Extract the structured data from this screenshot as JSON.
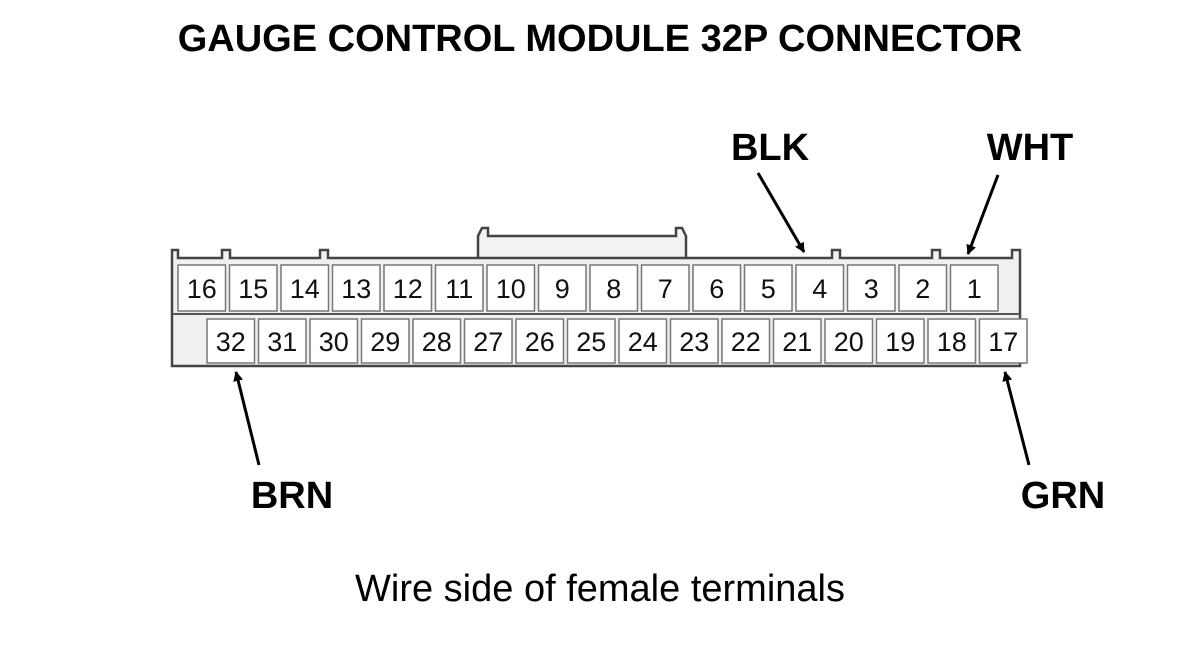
{
  "diagram": {
    "title": "GAUGE CONTROL MODULE 32P CONNECTOR",
    "caption": "Wire side of female terminals",
    "top_row_pins": [
      "16",
      "15",
      "14",
      "13",
      "12",
      "11",
      "10",
      "9",
      "8",
      "7",
      "6",
      "5",
      "4",
      "3",
      "2",
      "1"
    ],
    "bottom_row_pins": [
      "32",
      "31",
      "30",
      "29",
      "28",
      "27",
      "26",
      "25",
      "24",
      "23",
      "22",
      "21",
      "20",
      "19",
      "18",
      "17"
    ],
    "wire_callouts": [
      {
        "label": "BLK",
        "pin": "4"
      },
      {
        "label": "WHT",
        "pin": "1"
      },
      {
        "label": "BRN",
        "pin": "32"
      },
      {
        "label": "GRN",
        "pin": "17"
      }
    ]
  }
}
